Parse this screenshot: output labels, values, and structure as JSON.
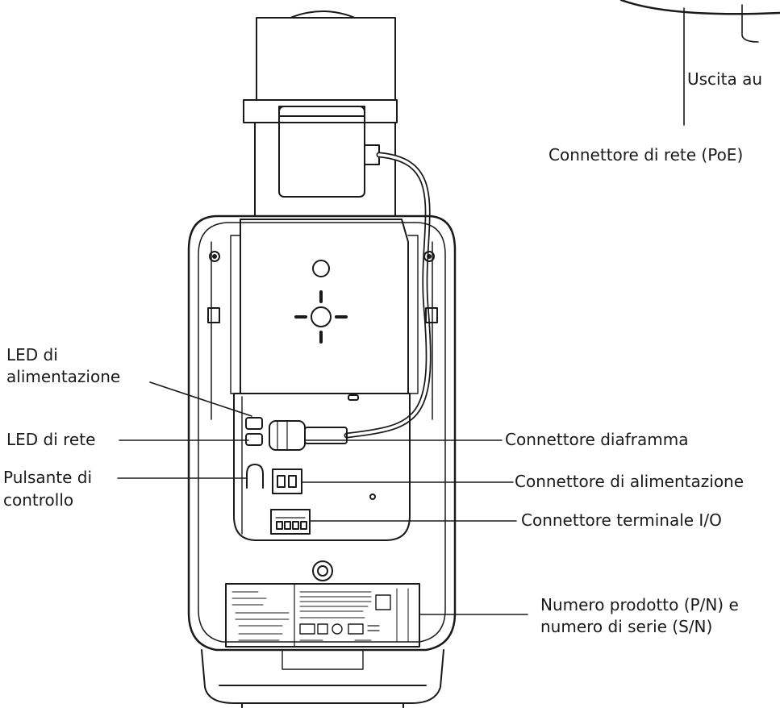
{
  "labels": {
    "audio_out": "Uscita au",
    "network_connector": "Connettore di rete (PoE)",
    "power_led_line1": "LED di",
    "power_led_line2": "alimentazione",
    "network_led": "LED di rete",
    "control_button_line1": "Pulsante di",
    "control_button_line2": "controllo",
    "iris_connector": "Connettore diaframma",
    "power_connector": "Connettore di alimentazione",
    "io_terminal_connector": "Connettore terminale I/O",
    "product_number_line1": "Numero prodotto (P/N) e",
    "product_number_line2": "numero di serie (S/N)"
  },
  "colors": {
    "line": "#1a1a1a",
    "text": "#1a1a1a",
    "background": "#ffffff"
  }
}
